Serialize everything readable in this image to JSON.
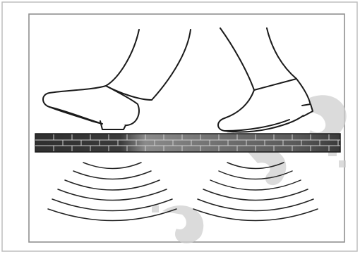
{
  "figure": {
    "palette": {
      "background": "#ffffff",
      "frame": "#9a9a9a",
      "ink": "#1a1a1a",
      "strip_dark": "#2f2f2f",
      "strip_mid": "#6a6a6a",
      "strip_light": "#9c9c9c",
      "brick_line": "#d8d8d8",
      "watermark": "#cfcfcf"
    },
    "icons": [
      "left-shoe",
      "right-shoe",
      "sound-wave"
    ]
  }
}
